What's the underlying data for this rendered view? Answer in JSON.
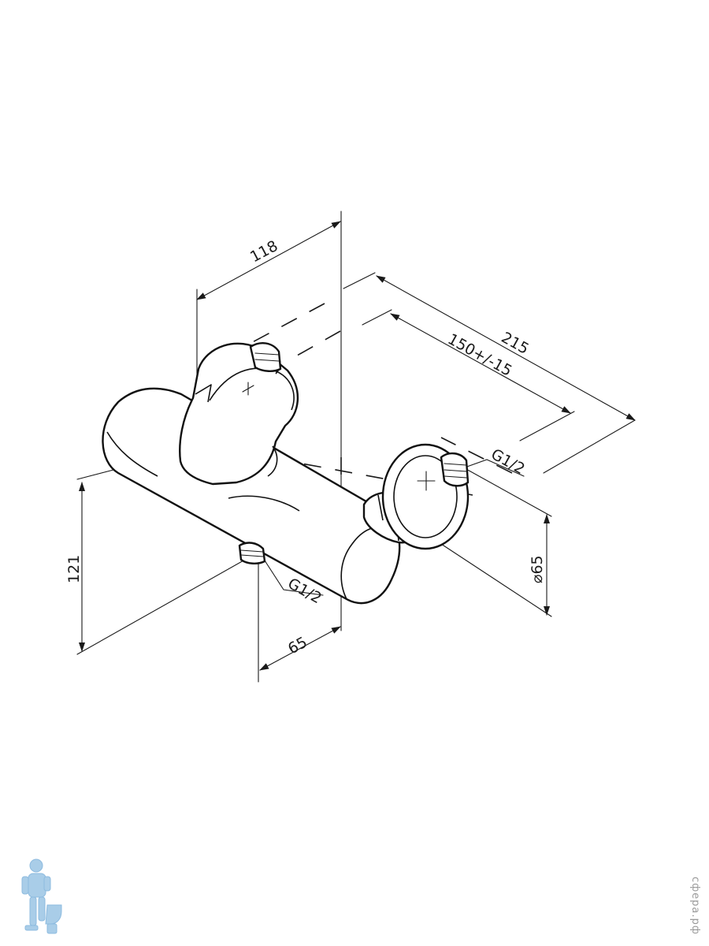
{
  "dimensions": {
    "width_top": "118",
    "total_depth": "215",
    "inlet_spacing": "150+/-15",
    "height": "121",
    "offset": "65",
    "flange_diameter": "⌀65",
    "thread_side": "G1/2",
    "thread_bottom": "G1/2"
  },
  "watermark": "сфера.рф",
  "colors": {
    "line": "#1a1a1a",
    "logo": "#a9cde8"
  }
}
